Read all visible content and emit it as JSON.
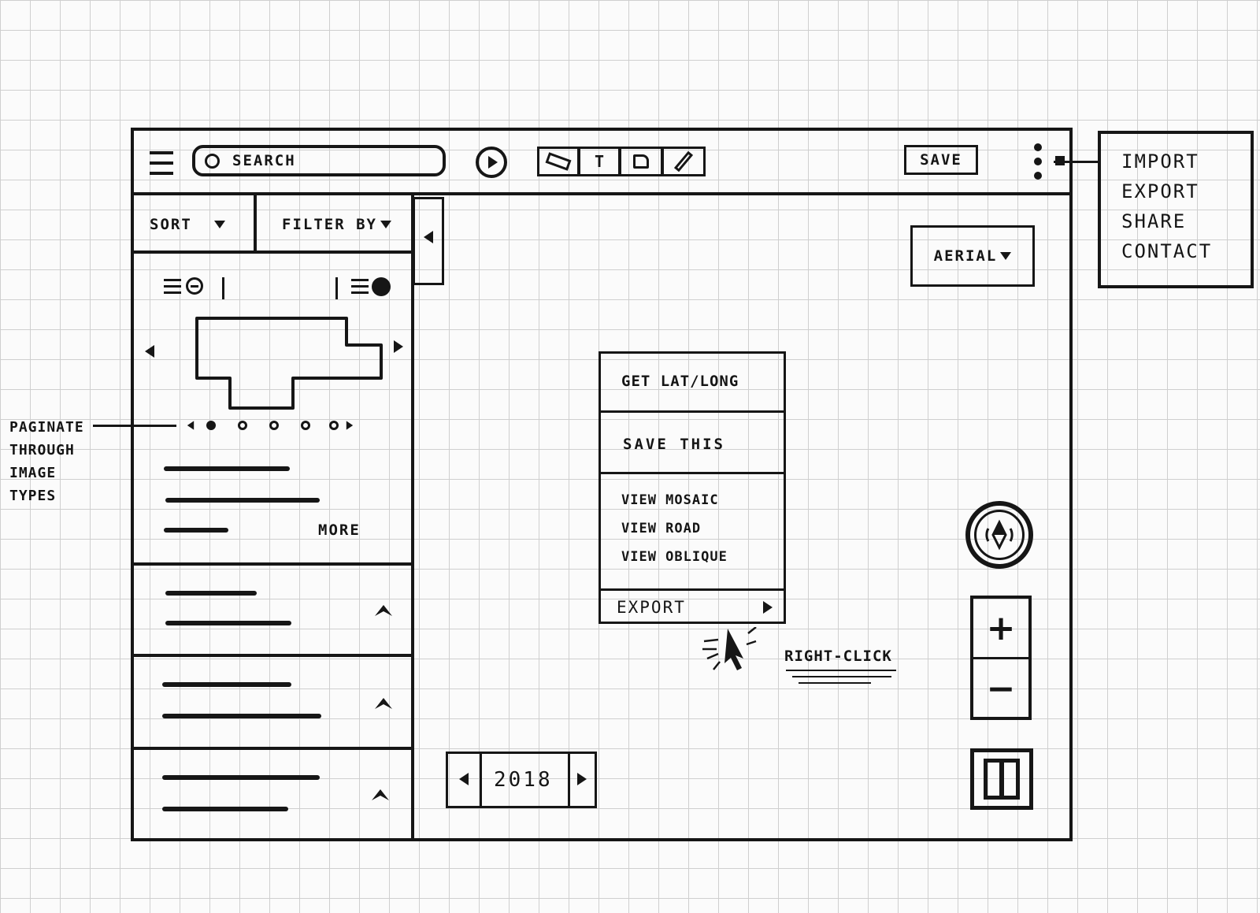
{
  "toolbar": {
    "search_placeholder": "SEARCH",
    "save_label": "SAVE",
    "text_tool": "T"
  },
  "overflow_menu": {
    "items": [
      "IMPORT",
      "EXPORT",
      "SHARE",
      "CONTACT"
    ]
  },
  "sidebar": {
    "sort_label": "SORT",
    "filter_label": "FILTER BY",
    "more_label": "MORE"
  },
  "map": {
    "layer_label": "AERIAL",
    "year_label": "2018",
    "zoom_in": "+",
    "zoom_out": "−"
  },
  "context_menu": {
    "get_lat_long": "GET LAT/LONG",
    "save_this": "SAVE THIS",
    "view_mosaic": "VIEW MOSAIC",
    "view_road": "VIEW ROAD",
    "view_oblique": "VIEW OBLIQUE",
    "export": "EXPORT"
  },
  "annotations": {
    "paginate": "PAGINATE THROUGH IMAGE TYPES",
    "right_click": "RIGHT-CLICK"
  }
}
